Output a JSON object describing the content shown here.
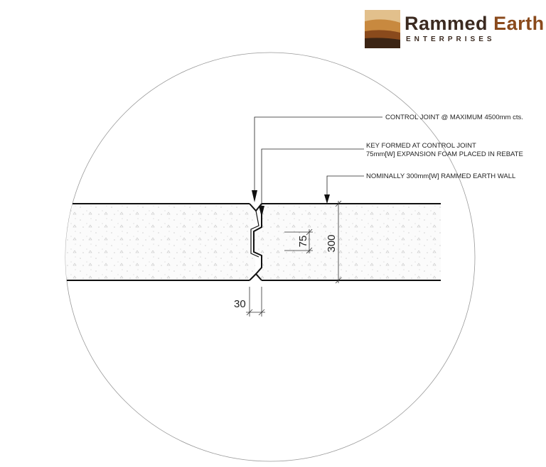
{
  "logo": {
    "word1": "Rammed",
    "word2": "Earth",
    "tagline": "ENTERPRISES"
  },
  "callouts": {
    "control_joint": "CONTROL JOINT @ MAXIMUM 4500mm cts.",
    "key_line1": "KEY FORMED AT CONTROL JOINT",
    "key_line2": "75mm[W] EXPANSION FOAM PLACED IN REBATE",
    "wall": "NOMINALLY 300mm[W] RAMMED EARTH WALL"
  },
  "dimensions": {
    "wall_width": "300",
    "key_width": "75",
    "joint_gap": "30"
  },
  "colors": {
    "logo_light": "#e2c08c",
    "logo_mid": "#c8893f",
    "logo_rust": "#8a4a1c",
    "logo_dark": "#3b2414"
  }
}
